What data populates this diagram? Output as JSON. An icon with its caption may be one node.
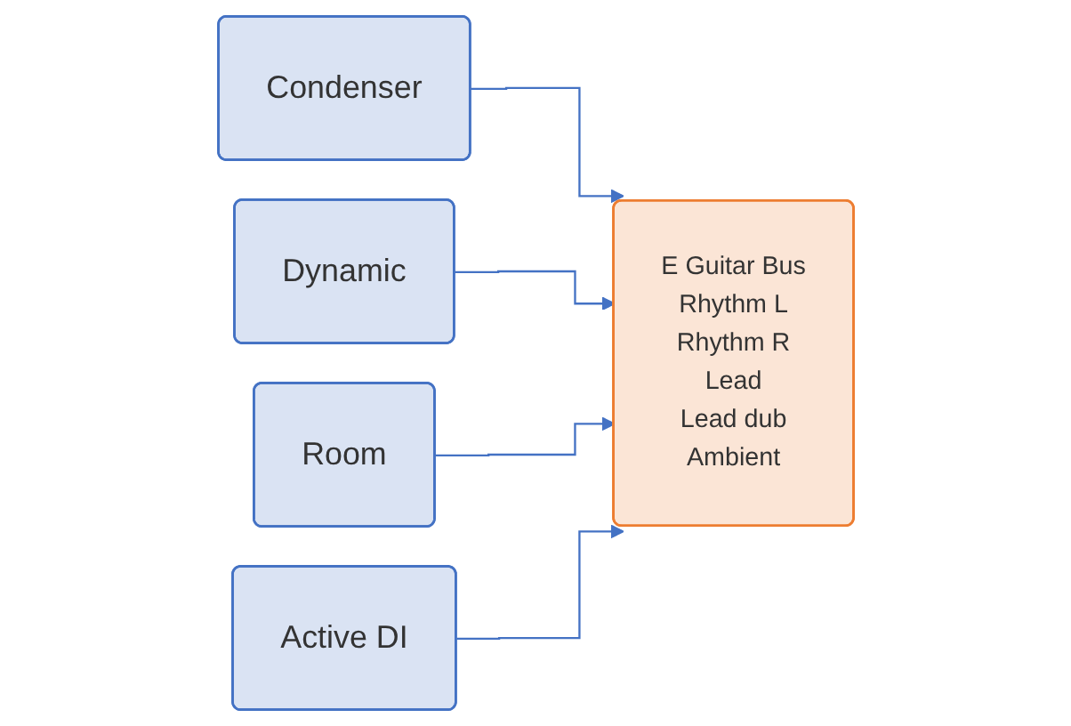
{
  "diagram": {
    "nodes": [
      {
        "text": [
          "Condenser"
        ]
      },
      {
        "text": [
          "Dynamic"
        ]
      },
      {
        "text": [
          "Room"
        ]
      },
      {
        "text": [
          "Active DI"
        ]
      },
      {
        "text": [
          "E Guitar Bus",
          "Rhythm L",
          "Rhythm R",
          "Lead",
          "Lead dub",
          "Ambient"
        ]
      }
    ],
    "edges": [
      {
        "from": 0,
        "to": 4,
        "arrow": "to"
      },
      {
        "from": 1,
        "to": 4,
        "arrow": "to"
      },
      {
        "from": 2,
        "to": 4,
        "arrow": "to"
      },
      {
        "from": 3,
        "to": 4,
        "arrow": "to"
      }
    ]
  }
}
